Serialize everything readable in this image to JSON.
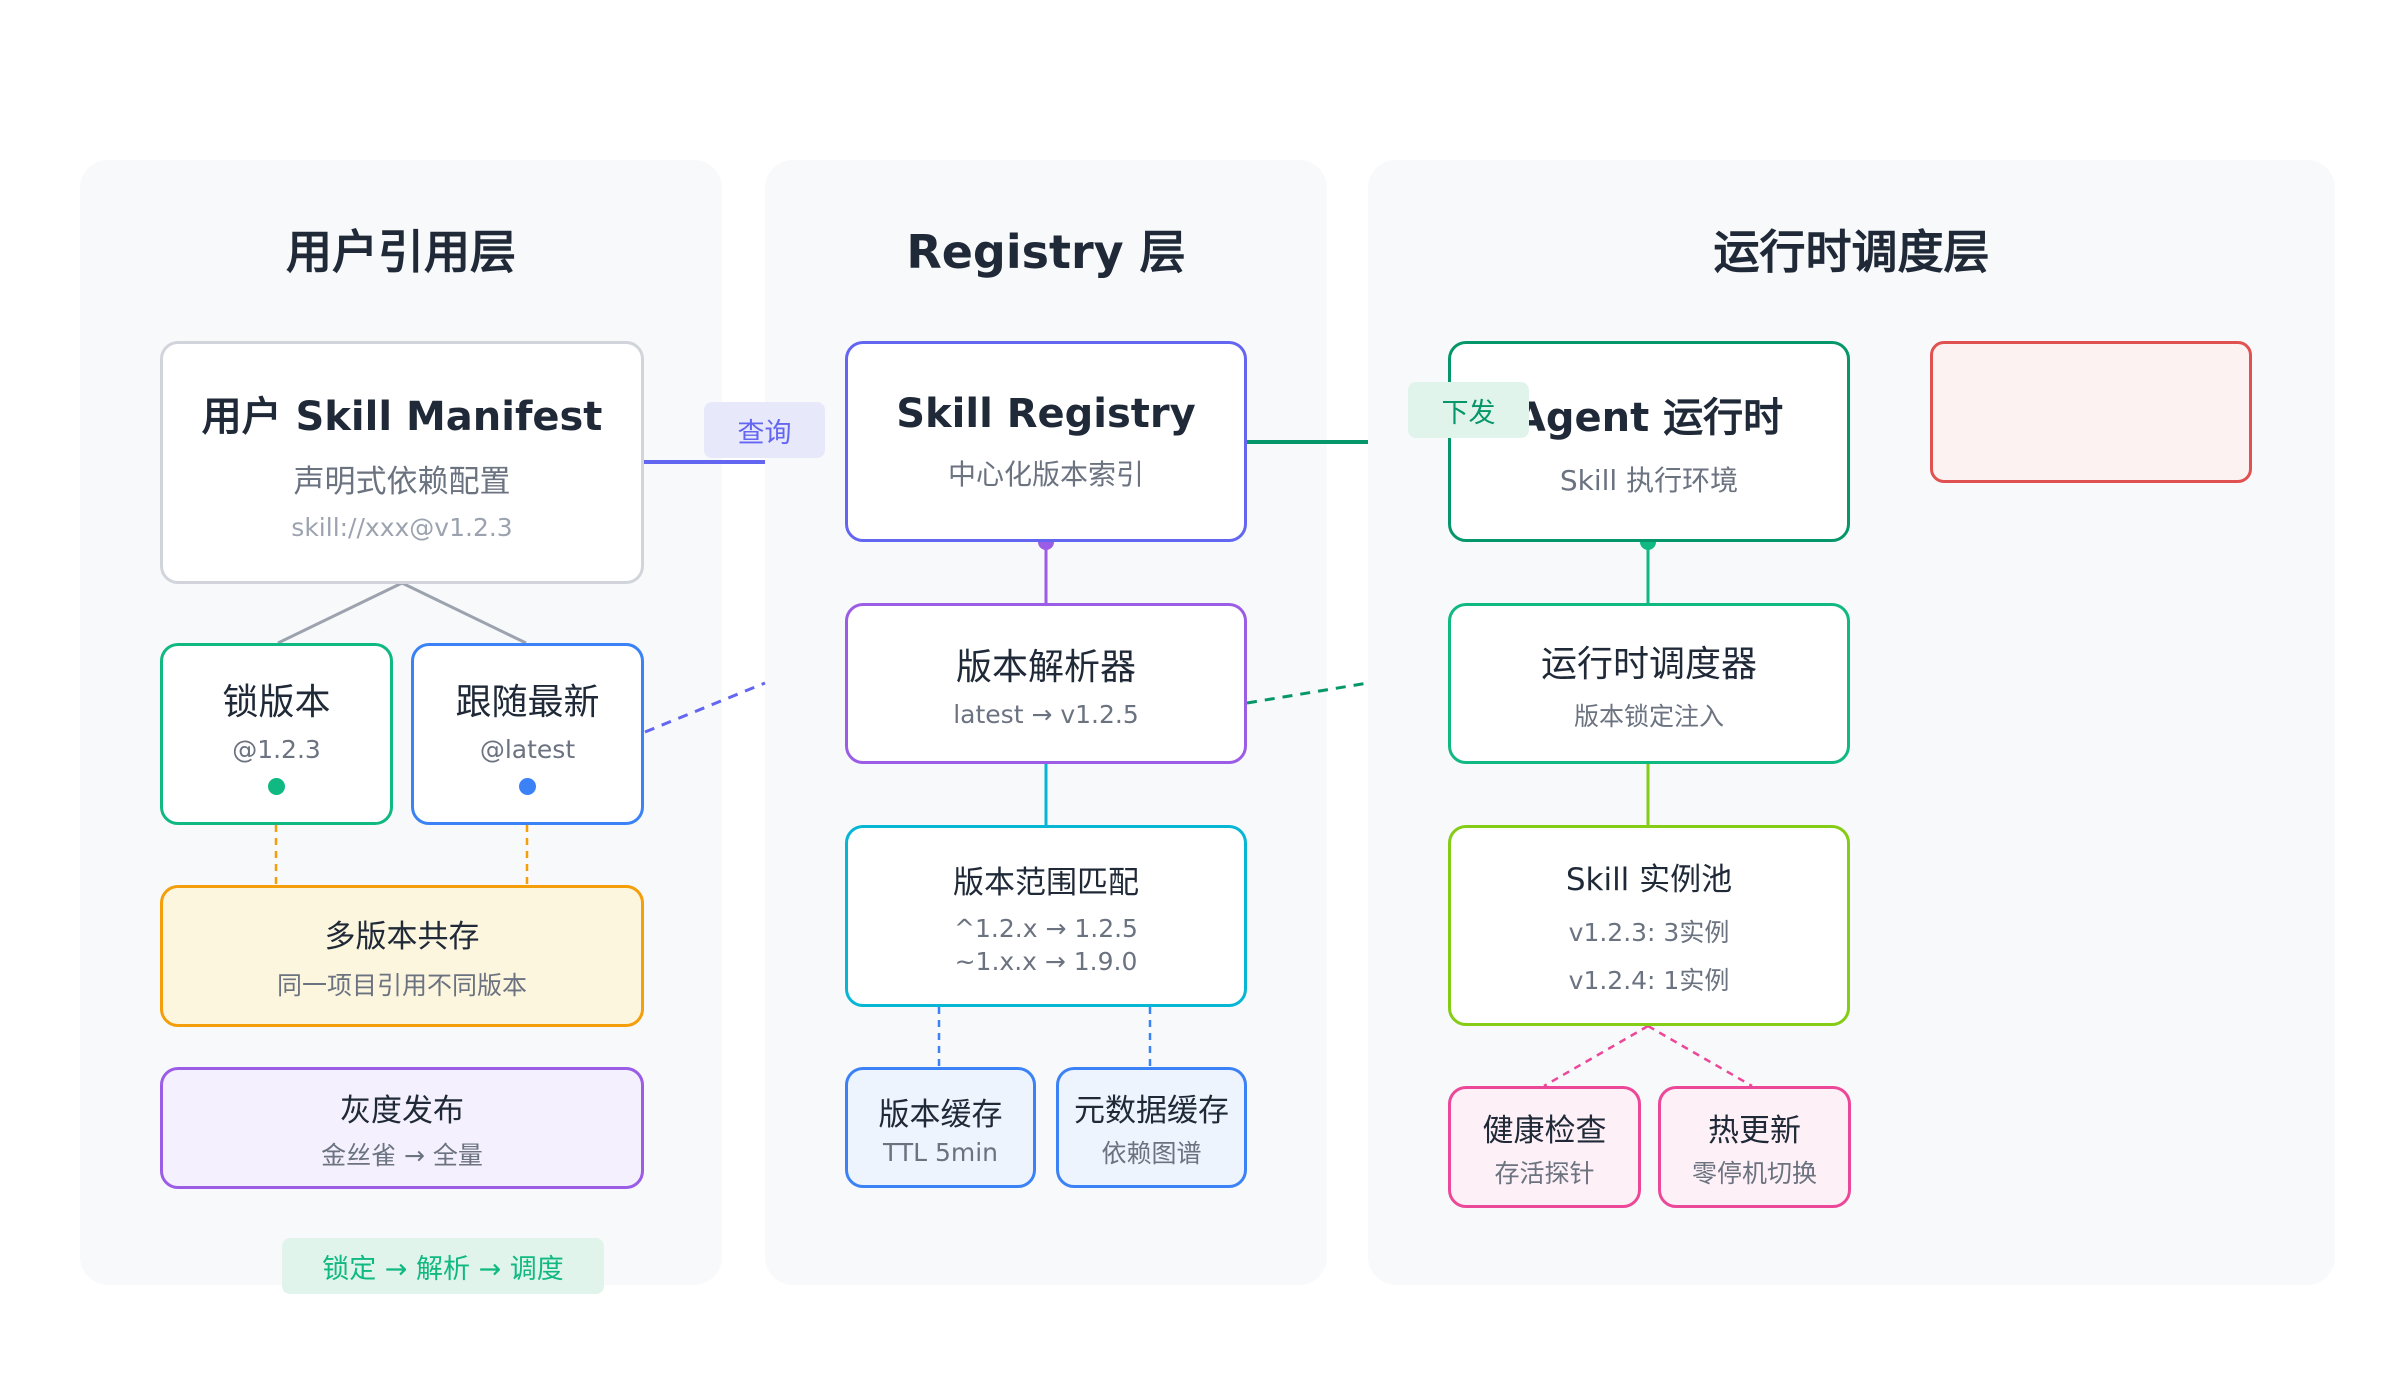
{
  "panels": {
    "user": {
      "title": "用户引用层"
    },
    "registry": {
      "title": "Registry 层"
    },
    "runtime": {
      "title": "运行时调度层"
    }
  },
  "user": {
    "manifest": {
      "title": "用户 Skill Manifest",
      "subtitle": "声明式依赖配置",
      "example": "skill://xxx@v1.2.3"
    },
    "lock": {
      "title": "锁版本",
      "sub": "@1.2.3"
    },
    "follow": {
      "title": "跟随最新",
      "sub": "@latest"
    },
    "multi": {
      "title": "多版本共存",
      "sub": "同一项目引用不同版本"
    },
    "gray": {
      "title": "灰度发布",
      "sub": "金丝雀 → 全量"
    },
    "flow_tag": "锁定 → 解析 → 调度"
  },
  "registry": {
    "main": {
      "title": "Skill Registry",
      "sub": "中心化版本索引"
    },
    "resolver": {
      "title": "版本解析器",
      "sub": "latest → v1.2.5"
    },
    "range": {
      "title": "版本范围匹配",
      "line1": "^1.2.x → 1.2.5",
      "line2": "~1.x.x → 1.9.0"
    },
    "cache": {
      "title": "版本缓存",
      "sub": "TTL 5min"
    },
    "meta": {
      "title": "元数据缓存",
      "sub": "依赖图谱"
    }
  },
  "runtime": {
    "agent": {
      "title": "Agent 运行时",
      "sub": "Skill 执行环境"
    },
    "scheduler": {
      "title": "运行时调度器",
      "sub": "版本锁定注入"
    },
    "pool": {
      "title": "Skill 实例池",
      "line1": "v1.2.3: 3实例",
      "line2": "v1.2.4: 1实例"
    },
    "health": {
      "title": "健康检查",
      "sub": "存活探针"
    },
    "hot": {
      "title": "热更新",
      "sub": "零停机切换"
    }
  },
  "tags": {
    "query": "查询",
    "dispatch": "下发"
  },
  "colors": {
    "indigo": "#6366f1",
    "purple": "#9b5de5",
    "cyan": "#06b6d4",
    "green": "#10b981",
    "blue": "#3b82f6",
    "yellow": "#f59e0b",
    "lime": "#84cc16",
    "pink": "#ec4899",
    "red": "#e05252"
  }
}
